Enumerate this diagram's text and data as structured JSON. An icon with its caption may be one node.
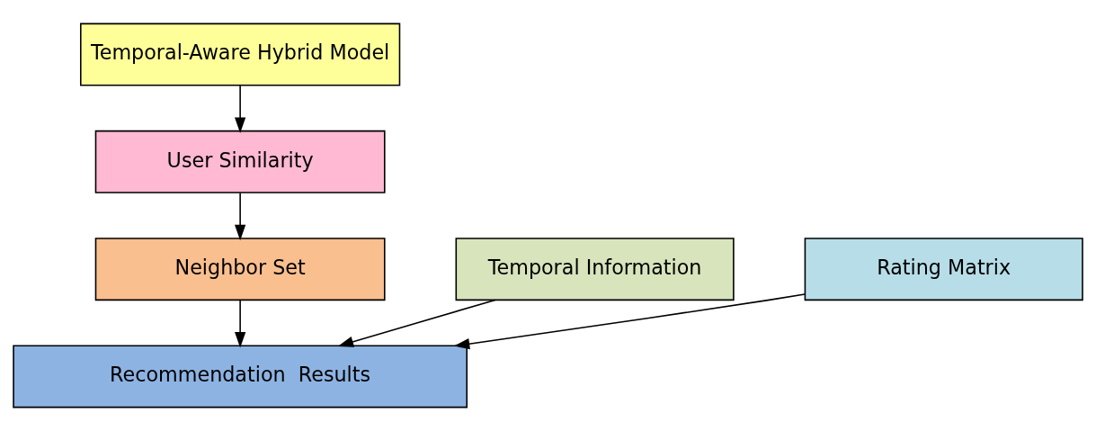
{
  "diagram": {
    "nodes": [
      {
        "text": [
          "Temporal-Aware Hybrid Model"
        ]
      },
      {
        "text": [
          "User Similarity"
        ]
      },
      {
        "text": [
          "Temporal Information"
        ]
      },
      {
        "text": [
          "Neighbor Set"
        ]
      },
      {
        "text": [
          "Rating Matrix"
        ]
      },
      {
        "text": [
          "Recommendation  Results"
        ]
      }
    ],
    "edges": [
      {
        "from": 0,
        "to": 1,
        "arrow": "to"
      },
      {
        "from": 1,
        "to": 3,
        "arrow": "to"
      },
      {
        "from": 3,
        "to": 5,
        "arrow": "to"
      },
      {
        "from": 2,
        "to": 5,
        "arrow": "to"
      },
      {
        "from": 4,
        "to": 5,
        "arrow": "to"
      }
    ]
  }
}
